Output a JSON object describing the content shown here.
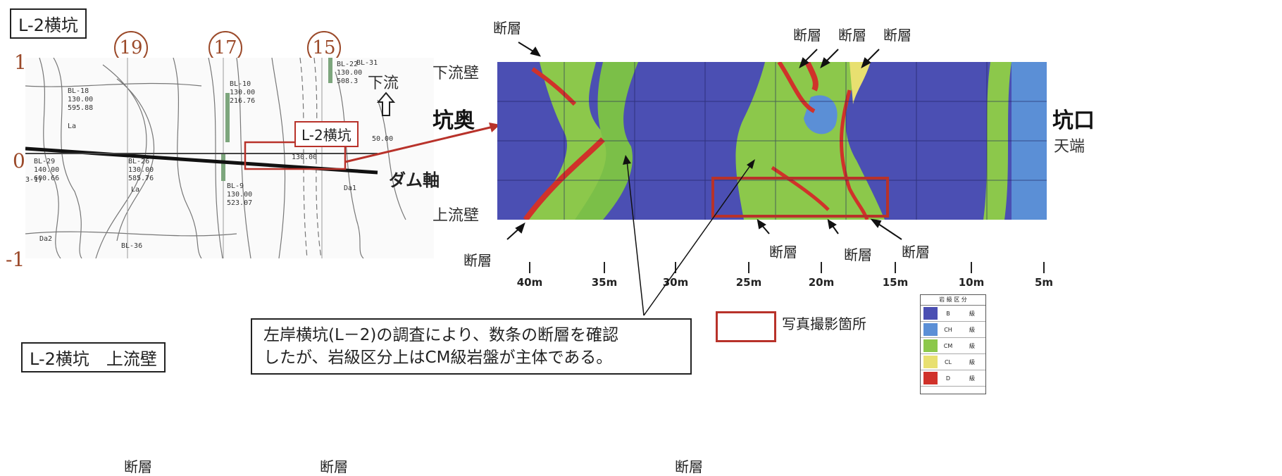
{
  "plan": {
    "title": "L-2横坑",
    "stations": [
      "19",
      "17",
      "15"
    ],
    "y_labels": [
      "1",
      "0",
      "-1"
    ],
    "downstream": "下流",
    "tunnel_label": "L-2横坑",
    "dam_axis": "ダム軸",
    "map_texts": [
      "BL-18\n130.00\n595.88",
      "BL-10\n130.00\n216.76",
      "BL-22\n130.00\n508.3",
      "BL-31",
      "BL-29\n140.00\n600.66",
      "BL-26\n130.00\n585.76",
      "BL-9\n130.00\n523.07",
      "BL-36",
      "La",
      "Da1",
      "Da2",
      "3-1)",
      "50.00",
      "130.00"
    ]
  },
  "profile": {
    "inner_end": "坑奥",
    "portal": "坑口",
    "crown": "天端",
    "downstream_wall": "下流壁",
    "upstream_wall": "上流壁",
    "fault": "断層",
    "fault_labels_top": [
      "断層",
      "断層",
      "断層",
      "断層"
    ],
    "fault_labels_bottom": [
      "断層",
      "断層",
      "断層",
      "断層"
    ],
    "scale_ticks": [
      "40m",
      "35m",
      "30m",
      "25m",
      "20m",
      "15m",
      "10m",
      "5m"
    ]
  },
  "note": {
    "line1": "左岸横坑(L－2)の調査により、数条の断層を確認",
    "line2": "したが、岩級区分上はCM級岩盤が主体である。"
  },
  "photo_legend": "写真撮影箇所",
  "rock_legend": {
    "title": "岩 級 区 分",
    "rows": [
      {
        "code": "B",
        "class": "級",
        "color": "#4b4fb3"
      },
      {
        "code": "CH",
        "class": "級",
        "color": "#5b8fd6"
      },
      {
        "code": "CM",
        "class": "級",
        "color": "#8cc84b"
      },
      {
        "code": "CL",
        "class": "級",
        "color": "#e8e070"
      },
      {
        "code": "D",
        "class": "級",
        "color": "#d0322a"
      }
    ]
  },
  "lower": {
    "title": "L-2横坑　上流壁",
    "faults": [
      "断層",
      "断層",
      "断層"
    ]
  },
  "colors": {
    "accent": "#b8322a",
    "station": "#9b4a2a"
  }
}
